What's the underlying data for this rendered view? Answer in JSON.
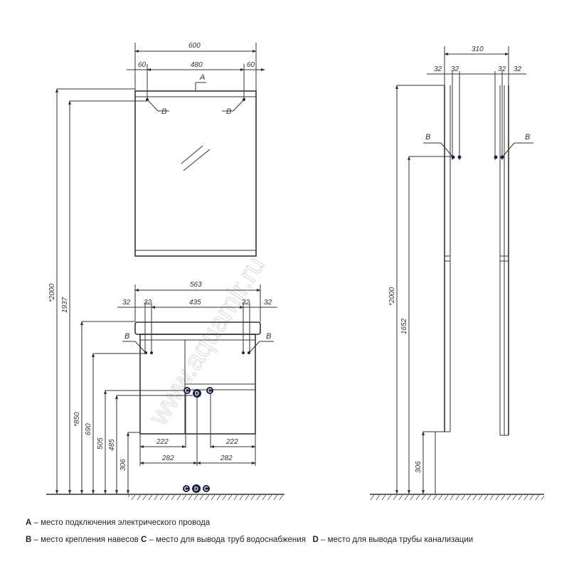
{
  "watermark": "www.aquamir.ru",
  "front": {
    "mirror": {
      "width": "600",
      "left_margin": "60",
      "inner": "480",
      "right_margin": "60",
      "label_a": "A",
      "label_b": "B"
    },
    "heights": {
      "total": "*2000",
      "mount": "1937",
      "sink_top": "*850",
      "hook": "690",
      "pipe_c": "505",
      "pipe_d": "485",
      "cabinet_bottom": "306"
    },
    "cabinet": {
      "width": "563",
      "side1": "32",
      "side2": "32",
      "inner": "435",
      "side3": "32",
      "side4": "32",
      "label_b": "B",
      "c_offset_left": "222",
      "c_offset_right": "222",
      "d_offset_left": "282",
      "d_offset_right": "282",
      "c": "C",
      "d": "D"
    }
  },
  "side": {
    "depth": "310",
    "d1": "32",
    "d2": "32",
    "d3": "32",
    "d4": "32",
    "label_b": "B",
    "total": "*2000",
    "hook": "1652",
    "bottom": "306"
  },
  "legend": [
    {
      "key": "A",
      "text": " – место подключения электрического провода"
    },
    {
      "key": "B",
      "text": " – место крепления навесов "
    },
    {
      "key": "C",
      "text": " – место для вывода труб водоснабжения"
    },
    {
      "key": "D",
      "text": " – место для вывода трубы канализации"
    }
  ]
}
